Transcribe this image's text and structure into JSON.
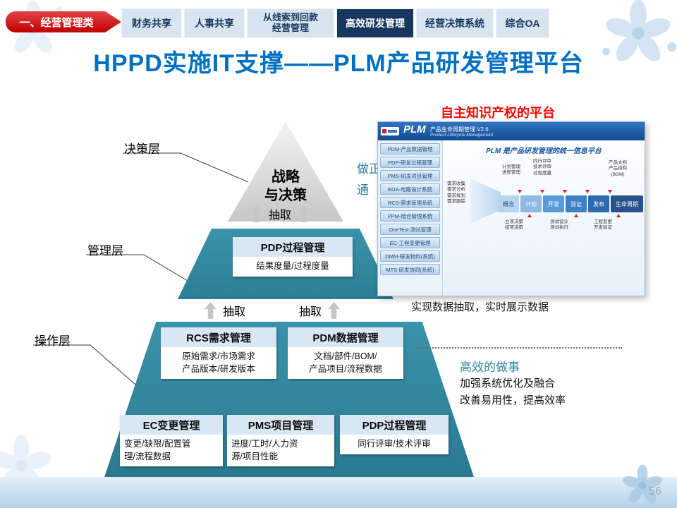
{
  "slide": {
    "title": "HPPD实施IT支撑——PLM产品研发管理平台",
    "page_number": "56"
  },
  "category_banner": {
    "label": "一、经营管理类"
  },
  "tabs": [
    {
      "label": "财务共享"
    },
    {
      "label": "人事共享"
    },
    {
      "label": "从线索到回款\n经营管理"
    },
    {
      "label": "高效研发管理"
    },
    {
      "label": "经营决策系统"
    },
    {
      "label": "综合OA"
    }
  ],
  "pyramid": {
    "decision_label": "决策层",
    "management_label": "管理层",
    "operation_label": "操作层",
    "top_title": "战略\n与决策",
    "extract_label": "抽取",
    "management_box": {
      "title": "PDP过程管理",
      "body": "结果度量/过程度量"
    },
    "row1": [
      {
        "title": "RCS需求管理",
        "body": "原始需求/市场需求\n产品版本/研发版本"
      },
      {
        "title": "PDM数据管理",
        "body": "文档/部件/BOM/\n产品项目/流程数据"
      }
    ],
    "row2": [
      {
        "title": "EC变更管理",
        "body": "变更/缺限/配置管\n理/流程数据"
      },
      {
        "title": "PMS项目管理",
        "body": "进度/工时/人力资\n源/项目性能"
      },
      {
        "title": "PDP过程管理",
        "body": "同行评审/技术评审"
      }
    ]
  },
  "right_panel": {
    "ip_headline": "自主知识产权的平台",
    "clipped_fragment_top": "做正",
    "clipped_fragment_bottom": "通",
    "data_note": "实现数据抽取，实时展示数据",
    "efficiency_title": "高效的做事",
    "efficiency_lines": [
      "加强系统优化及融合",
      "改善易用性，提高效率"
    ]
  },
  "plm_app": {
    "brand": "PLM",
    "brand_title": "产品生命周期管理 V2.6",
    "brand_subtitle": "Product Lifecycle Management",
    "sidebar_items": [
      "PDM-产品数据管理",
      "PDP-研发过程管理",
      "PMS-研发项目管理",
      "EDA-电路设计系统",
      "RCS-需求管理系统",
      "PPM-组合管理系统",
      "OneTest-测试管理",
      "EC-工程变更管理",
      "DMM-研发物料(系统)",
      "MTS-研发协同(系统)"
    ],
    "main_title": "PLM 是产品研发管理的统一信息平台",
    "stages": [
      "概念",
      "计划",
      "开发",
      "验证",
      "发布",
      "生命周期"
    ],
    "annotations": {
      "requirements": "需求收集\n需求分析\n需求规划\n需求跟踪",
      "plan": "计划管理\n进度管理",
      "review": "同行评审\n技术评审\n过程度量",
      "product": "产品文档\n产品结构\n(BOM)",
      "decision": "立项决策\n结项决策",
      "test": "测试设计\n测试执行",
      "change": "工程变更\n开发验证"
    }
  },
  "colors": {
    "title_blue": "#0070C0",
    "banner_red": "#C00000",
    "tab_active_navy": "#17375E",
    "pyramid_teal": "#31859C",
    "headline_red": "#FF0000",
    "footer_blue": "#B4D2E9"
  }
}
